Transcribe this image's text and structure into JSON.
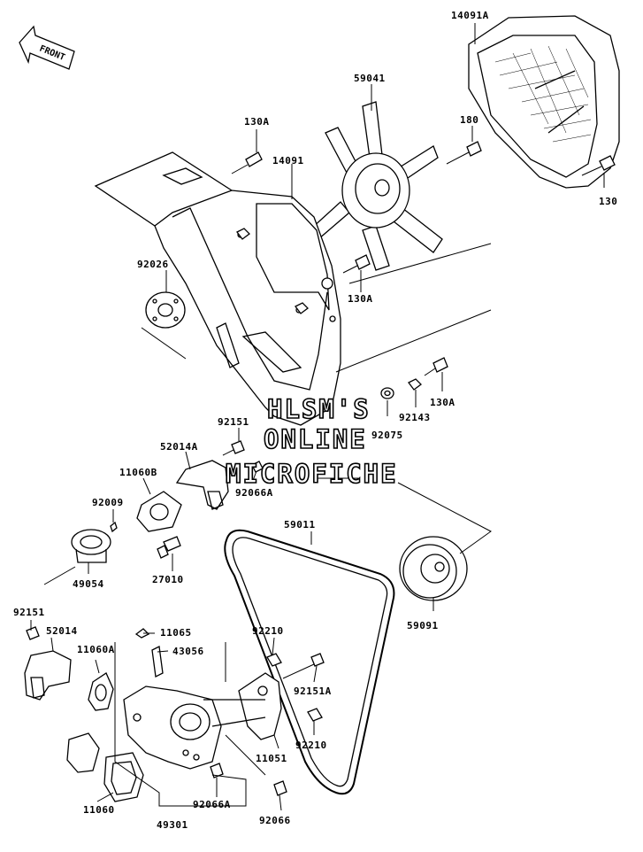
{
  "diagram": {
    "watermark_lines": [
      "HLSM'S",
      "ONLINE",
      "MICROFICHE"
    ],
    "front_indicator": "FRONT",
    "part_labels": {
      "p14091A": "14091A",
      "p59041": "59041",
      "p180": "180",
      "p130_top": "130",
      "p130A_1": "130A",
      "p14091": "14091",
      "p92026": "92026",
      "p130A_2": "130A",
      "p130A_3": "130A",
      "p92143": "92143",
      "p92075": "92075",
      "p92151_1": "92151",
      "p52014A": "52014A",
      "p11060B": "11060B",
      "p92066A_1": "92066A",
      "p92009": "92009",
      "p59011": "59011",
      "p49054": "49054",
      "p27010": "27010",
      "p59091": "59091",
      "p92151_2": "92151",
      "p52014": "52014",
      "p11065": "11065",
      "p43056": "43056",
      "p92210_1": "92210",
      "p11060A": "11060A",
      "p92151A": "92151A",
      "p92210_2": "92210",
      "p11051": "11051",
      "p11060": "11060",
      "p49301": "49301",
      "p92066A_2": "92066A",
      "p92066": "92066"
    }
  }
}
